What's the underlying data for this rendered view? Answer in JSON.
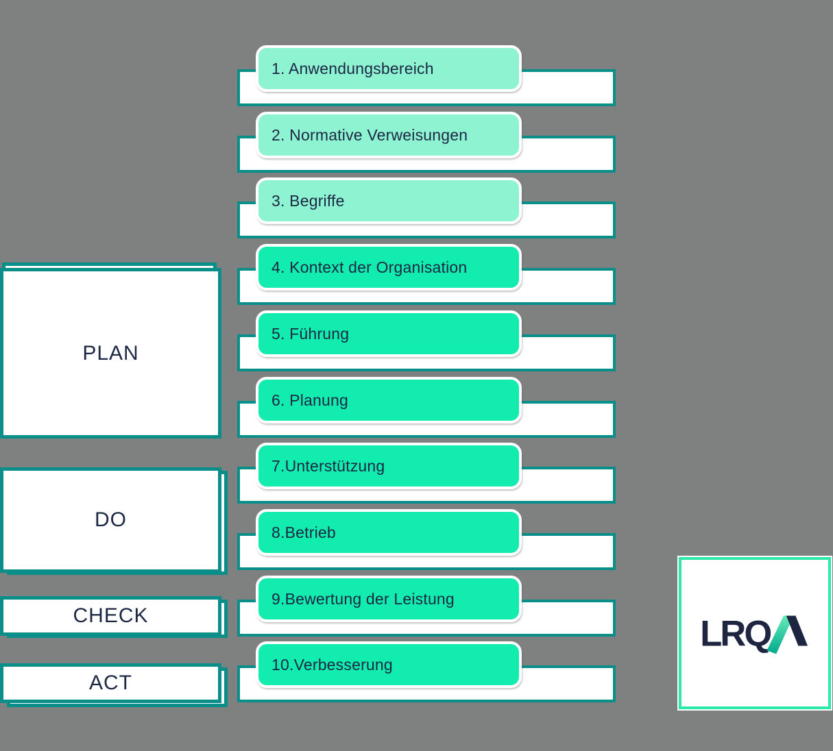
{
  "diagram": {
    "description_labels": {
      "plan": "PLAN",
      "do": "DO",
      "check": "CHECK",
      "act": "ACT"
    }
  },
  "chapters": {
    "items": [
      {
        "label": "1. Anwendungsbereich",
        "tone": "light"
      },
      {
        "label": "2. Normative Verweisungen",
        "tone": "light"
      },
      {
        "label": "3. Begriffe",
        "tone": "light"
      },
      {
        "label": "4. Kontext der Organisation",
        "tone": "bright"
      },
      {
        "label": "5. Führung",
        "tone": "bright"
      },
      {
        "label": "6. Planung",
        "tone": "bright"
      },
      {
        "label": "7.Unterstützung",
        "tone": "bright"
      },
      {
        "label": "8.Betrieb",
        "tone": "bright"
      },
      {
        "label": "9.Bewertung der Leistung",
        "tone": "bright"
      },
      {
        "label": "10.Verbesserung",
        "tone": "bright"
      }
    ]
  },
  "logo": {
    "name": "LRQA",
    "text_prefix": "LRQ"
  },
  "colors": {
    "background": "#7f8080",
    "teal_border": "#098e89",
    "light_green_chip": "#8ef3d1",
    "bright_green_chip": "#12ecae",
    "navy_text": "#1c2744",
    "logo_navy": "#1d2541",
    "logo_mint_border": "#2ce9a9",
    "logo_gradient_top": "#66ebb8",
    "logo_gradient_bottom": "#00a98e"
  }
}
